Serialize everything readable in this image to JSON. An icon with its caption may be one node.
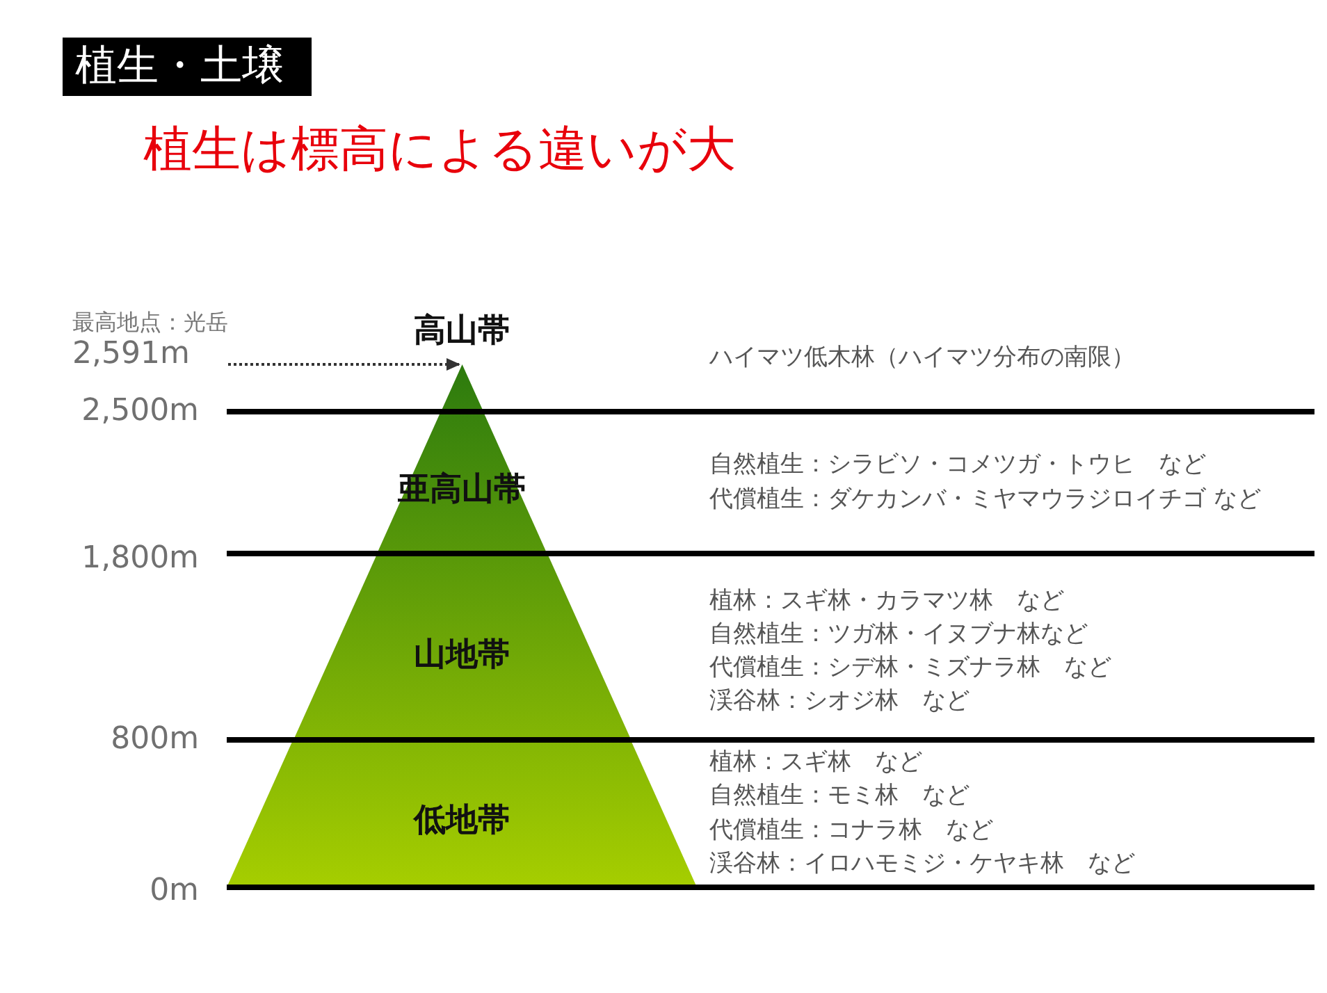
{
  "diagram": {
    "title": "植生・土壌",
    "nodes": [
      {
        "text": [
          "最高地点：光岳",
          "2,591m"
        ]
      },
      {
        "text": [
          "高山帯"
        ]
      },
      {
        "text": [
          "亜高山帯"
        ]
      },
      {
        "text": [
          "山地帯"
        ]
      },
      {
        "text": [
          "低地帯"
        ]
      }
    ],
    "edges": [
      {
        "from": 0,
        "to": 1,
        "arrow": "to",
        "style": "dashed"
      }
    ],
    "labels": [
      "植生は標高による違いが大",
      "ハイマツ低木林（ハイマツ分布の南限）",
      "2,500m",
      "自然植生：シラビソ・コメツガ・トウヒ　など",
      "代償植生：ダケカンバ・ミヤマウラジロイチゴ など",
      "1,800m",
      "植林：スギ林・カラマツ林　など",
      "自然植生：ツガ林・イヌブナ林など",
      "代償植生：シデ林・ミズナラ林　など",
      "渓谷林：シオジ林　など",
      "800m",
      "植林：スギ林　など",
      "自然植生：モミ林　など",
      "代償植生：コナラ林　など",
      "渓谷林：イロハモミジ・ケヤキ林　など",
      "0m"
    ]
  }
}
